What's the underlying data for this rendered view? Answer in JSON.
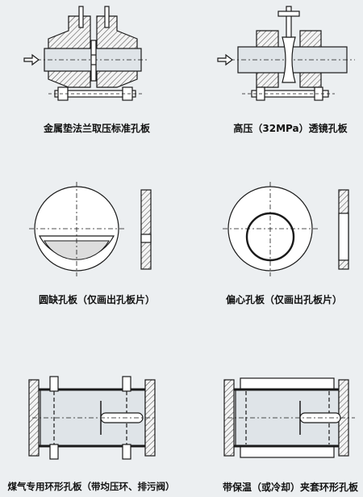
{
  "figures": [
    {
      "caption": "金属垫法兰取压标准孔板"
    },
    {
      "caption": "高压（32MPa）透镜孔板"
    },
    {
      "caption": "圆缺孔板（仅画出孔板片）"
    },
    {
      "caption": "偏心孔板（仅画出孔板片）"
    },
    {
      "caption": "煤气专用环形孔板（带均压环、排污阀）"
    },
    {
      "caption": "带保温（或冷却）夹套环形孔板"
    }
  ],
  "colors": {
    "ink": "#1a1a1a",
    "hatch": "#555555",
    "pipe": "#dfe4e8",
    "background": "#eceff1"
  }
}
